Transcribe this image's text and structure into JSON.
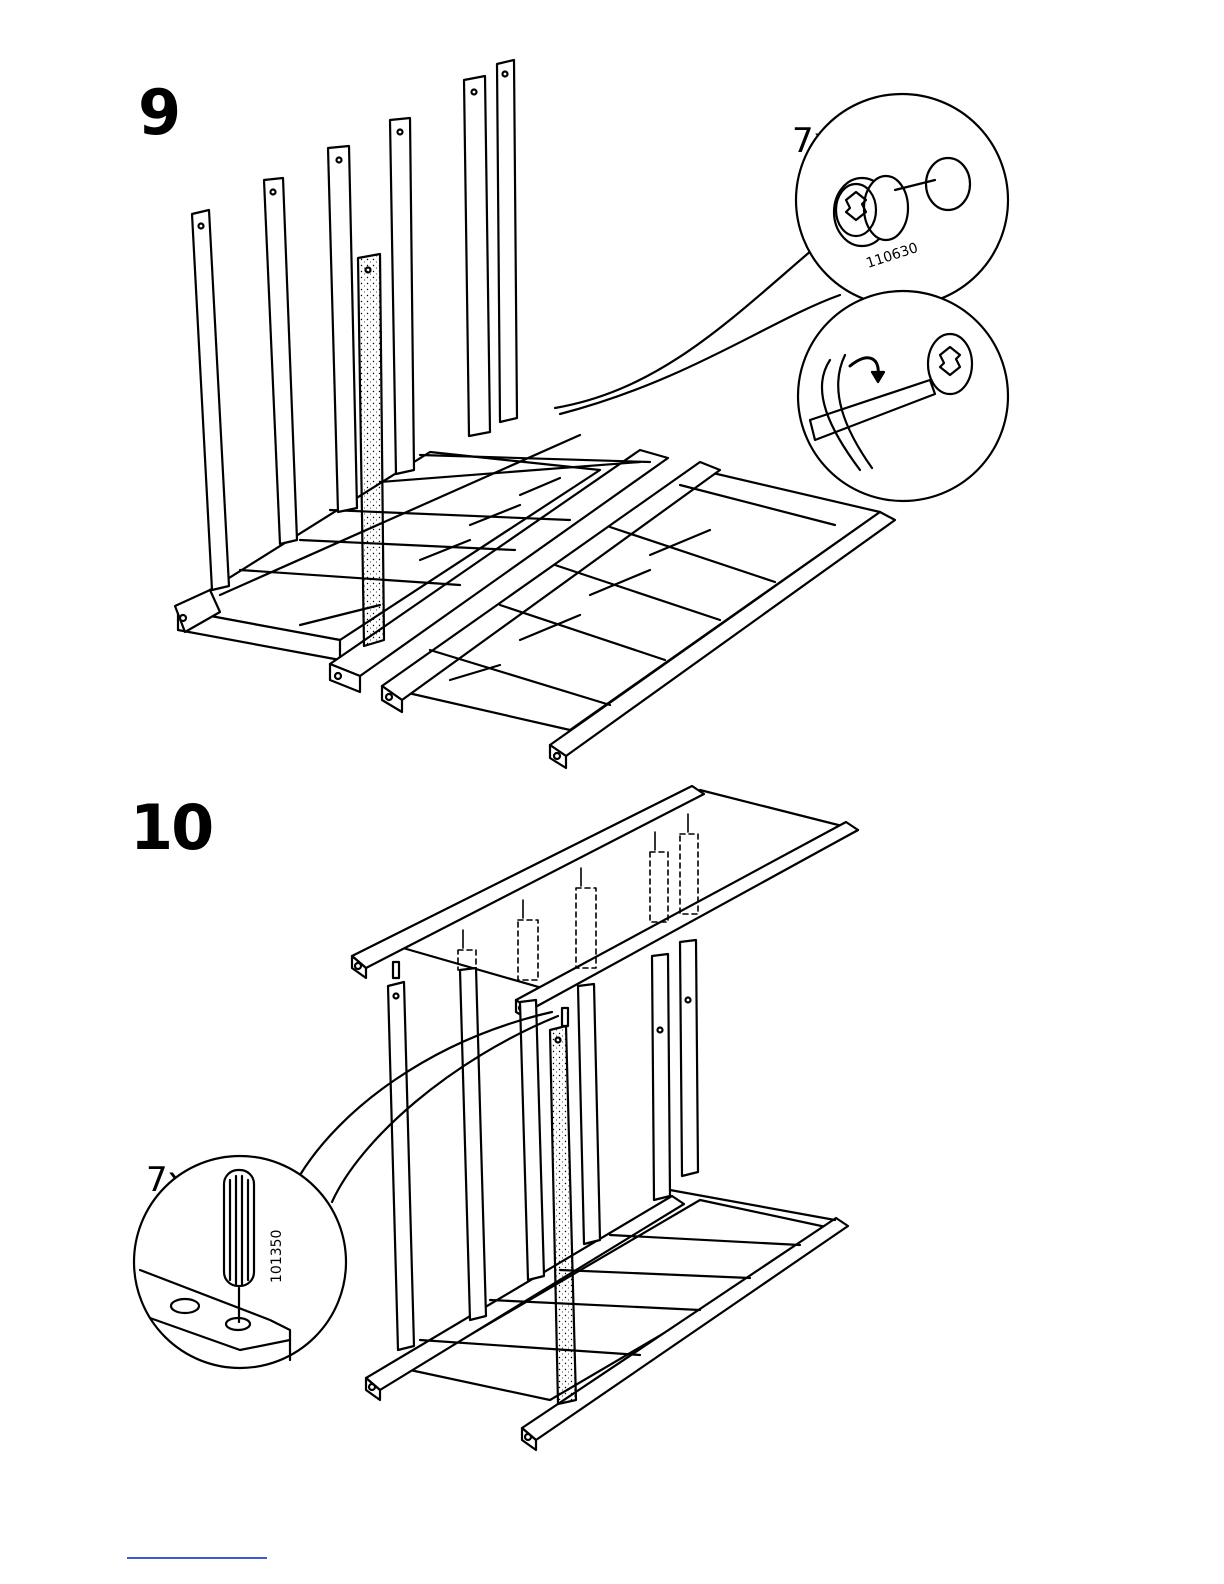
{
  "steps": [
    {
      "number": "9",
      "callouts": [
        {
          "quantity": "7x",
          "part_number": "110630",
          "icon": "cam-lock-icon"
        },
        {
          "icon": "screwdriver-turn-icon"
        }
      ]
    },
    {
      "number": "10",
      "callouts": [
        {
          "quantity": "7x",
          "part_number": "101350",
          "icon": "wooden-dowel-icon"
        }
      ]
    }
  ],
  "colors": {
    "line": "#000000",
    "background": "#ffffff",
    "footer_rule": "#3b5bd6"
  }
}
